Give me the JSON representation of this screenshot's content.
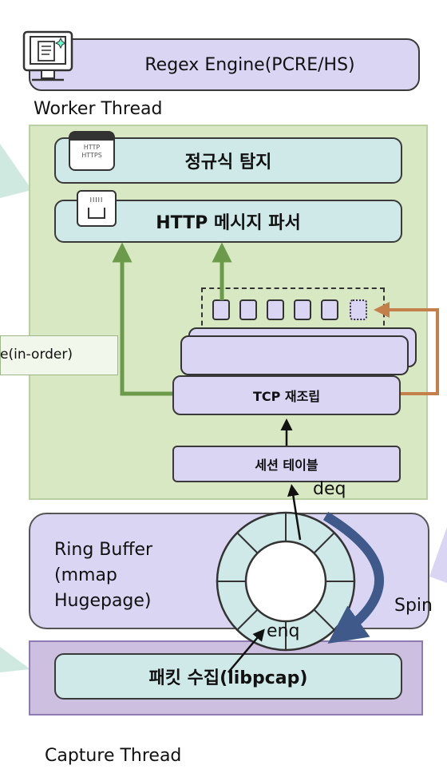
{
  "regex_engine": {
    "label": "Regex Engine(PCRE/HS)",
    "icon": "monitor-document-icon"
  },
  "worker_thread": {
    "title": "Worker Thread",
    "regex_detect": {
      "label": "정규식 탐지",
      "icon_text_1": "HTTP",
      "icon_text_2": "HTTPS"
    },
    "http_parser": {
      "label": "HTTP 메시지 파서",
      "icon_text": "IIIII"
    },
    "tcp_reassembly": {
      "label": "TCP 재조립"
    },
    "session_table": {
      "label": "세션 테이블"
    },
    "side_note": "e(in-order)"
  },
  "ring_buffer": {
    "label_line1": "Ring Buffer",
    "label_line2": "(mmap",
    "label_line3": "Hugepage)",
    "deq_label": "deq",
    "enq_label": "enq",
    "spin_label": "Spin"
  },
  "capture_thread": {
    "title": "Capture Thread",
    "packet_capture": {
      "label": "패킷 수집(libpcap)"
    }
  },
  "colors": {
    "green_panel": "#d8e8c3",
    "green_arrow": "#6a9a4a",
    "orange_arrow": "#c4804a",
    "blue_arrow": "#3f5a8a",
    "teal_box": "#cfe8e8",
    "lavender": "#d9d5f3"
  }
}
